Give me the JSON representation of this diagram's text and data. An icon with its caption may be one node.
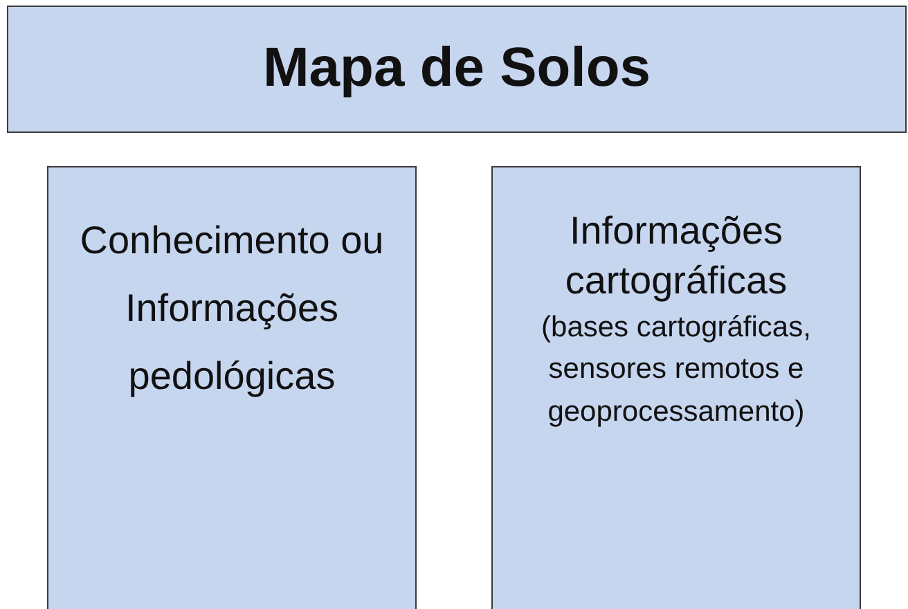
{
  "diagram": {
    "nodes": [
      {
        "text": [
          "Mapa de Solos"
        ]
      },
      {
        "text": [
          "Conhecimento ou Informações pedológicas"
        ]
      },
      {
        "text": [
          "Informações cartográficas",
          "(bases cartográficas, sensores remotos e geoprocessamento)"
        ]
      }
    ]
  }
}
